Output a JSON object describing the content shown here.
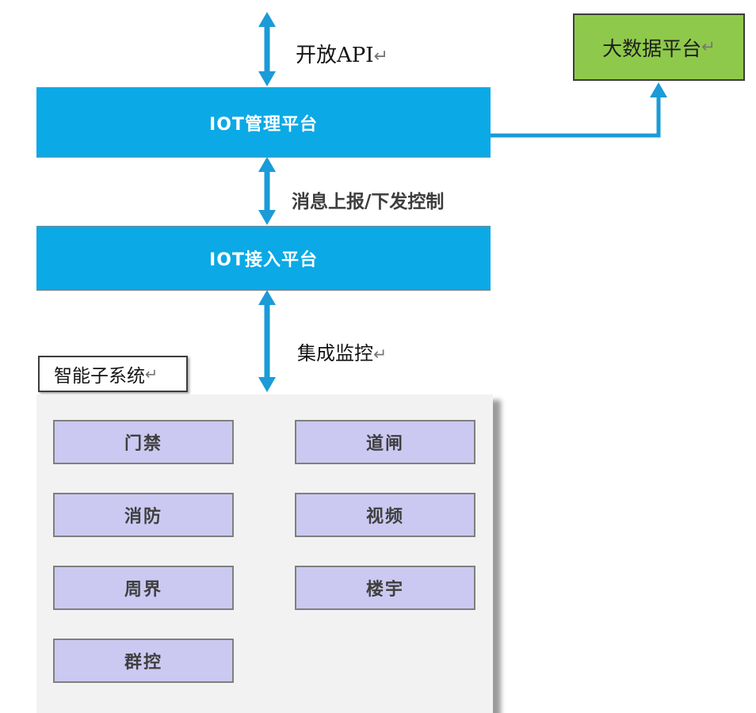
{
  "palette": {
    "bar_blue": "#0BA9E6",
    "arrow_blue": "#1B9BD7",
    "green": "#8FC94B",
    "purple_fill": "#CBC9F1",
    "purple_border": "#7F7F7F",
    "container_gray": "#F2F2F2",
    "box_text": "#3F3F3F"
  },
  "nodes": {
    "big_data": {
      "label": "大数据平台",
      "mark": "↵"
    },
    "iot_management": {
      "label": "IOT管理平台"
    },
    "iot_access": {
      "label": "IOT接入平台"
    },
    "subsystem_title": {
      "label": "智能子系统",
      "mark": "↵"
    }
  },
  "edge_labels": {
    "open_api": {
      "label": "开放API",
      "mark": "↵"
    },
    "message": {
      "label": "消息上报/下发控制"
    },
    "monitor": {
      "label": "集成监控",
      "mark": "↵"
    }
  },
  "subsystems": [
    "门禁",
    "道闸",
    "消防",
    "视频",
    "周界",
    "楼宇",
    "群控"
  ]
}
